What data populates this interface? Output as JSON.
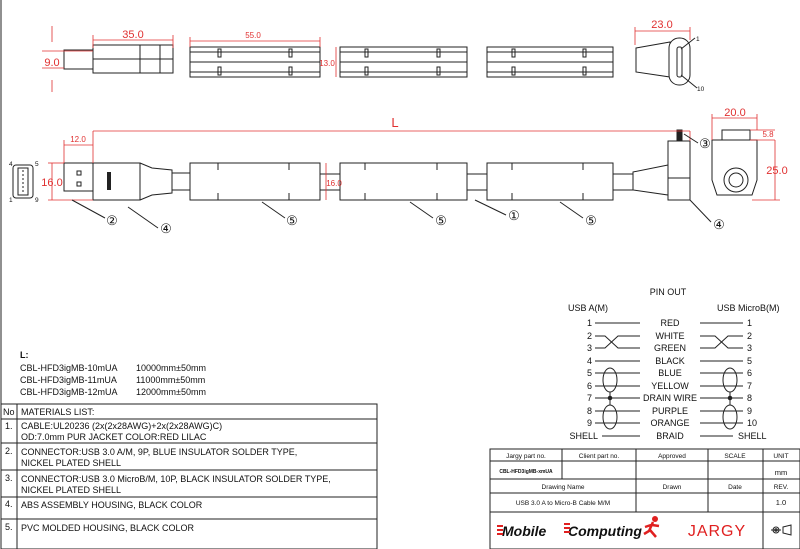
{
  "dimensions": {
    "usb_a_length": "35.0",
    "usb_a_thickness": "9.0",
    "ferrite_length": "55.0",
    "ferrite_height": "13.0",
    "microb_length": "23.0",
    "microb_pin_first": "1",
    "microb_pin_last": "10",
    "cable_length": "L",
    "plug_tip": "12.0",
    "usb_a_width": "16.0",
    "ferrite_width": "16.0",
    "microb_width": "20.0",
    "microb_tip": "5.8",
    "microb_height": "25.0",
    "usb_a_face_pins": [
      "4",
      "5",
      "1",
      "9"
    ]
  },
  "callouts": [
    "②",
    "④",
    "⑤",
    "⑤",
    "①",
    "⑤",
    "③",
    "④"
  ],
  "lengths": {
    "title": "L:",
    "items": [
      {
        "part": "CBL-HFD3igMB-10mUA",
        "length": "10000mm±50mm"
      },
      {
        "part": "CBL-HFD3igMB-11mUA",
        "length": "11000mm±50mm"
      },
      {
        "part": "CBL-HFD3igMB-12mUA",
        "length": "12000mm±50mm"
      }
    ]
  },
  "materials": {
    "no_header": "No",
    "header": "MATERIALS LIST:",
    "rows": [
      {
        "no": "1.",
        "line1": "CABLE:UL20236 (2x(2x28AWG)+2x(2x28AWG)C)",
        "line2": "OD:7.0mm  PUR JACKET COLOR:RED LILAC"
      },
      {
        "no": "2.",
        "line1": "CONNECTOR:USB 3.0 A/M, 9P, BLUE INSULATOR SOLDER TYPE,",
        "line2": "NICKEL PLATED SHELL"
      },
      {
        "no": "3.",
        "line1": "CONNECTOR:USB 3.0 MicroB/M, 10P, BLACK INSULATOR SOLDER TYPE,",
        "line2": "NICKEL PLATED SHELL"
      },
      {
        "no": "4.",
        "line1": "ABS ASSEMBLY HOUSING, BLACK COLOR",
        "line2": ""
      },
      {
        "no": "5.",
        "line1": "PVC MOLDED HOUSING, BLACK COLOR",
        "line2": ""
      }
    ]
  },
  "pinout": {
    "title": "PIN OUT",
    "left_header": "USB A(M)",
    "right_header": "USB MicroB(M)",
    "rows": [
      {
        "left": "1",
        "wire": "RED",
        "right": "1"
      },
      {
        "left": "2",
        "wire": "WHITE",
        "right": "2"
      },
      {
        "left": "3",
        "wire": "GREEN",
        "right": "3"
      },
      {
        "left": "4",
        "wire": "BLACK",
        "right": "5"
      },
      {
        "left": "5",
        "wire": "BLUE",
        "right": "6"
      },
      {
        "left": "6",
        "wire": "YELLOW",
        "right": "7"
      },
      {
        "left": "7",
        "wire": "DRAIN WIRE",
        "right": "8"
      },
      {
        "left": "8",
        "wire": "PURPLE",
        "right": "9"
      },
      {
        "left": "9",
        "wire": "ORANGE",
        "right": "10"
      },
      {
        "left": "SHELL",
        "wire": "BRAID",
        "right": "SHELL"
      }
    ]
  },
  "title_block": {
    "jargy_part_label": "Jargy part no.",
    "client_part_label": "Client part no.",
    "approved_label": "Approved",
    "scale_label": "SCALE",
    "unit_label": "UNIT",
    "jargy_part_value": "CBL-HFD3igMB-xmUA",
    "unit_value": "mm",
    "drawing_name_label": "Drawing Name",
    "drawn_label": "Drawn",
    "date_label": "Date",
    "rev_label": "REV.",
    "drawing_name_value": "USB 3.0 A to Micro-B Cable M/M",
    "rev_value": "1.0",
    "logo_mobile": "Mobile",
    "logo_computing": "Computing",
    "logo_jargy": "JARGY"
  },
  "colors": {
    "dimension": "#e03030",
    "line": "#222222",
    "logo_red": "#e02020"
  }
}
